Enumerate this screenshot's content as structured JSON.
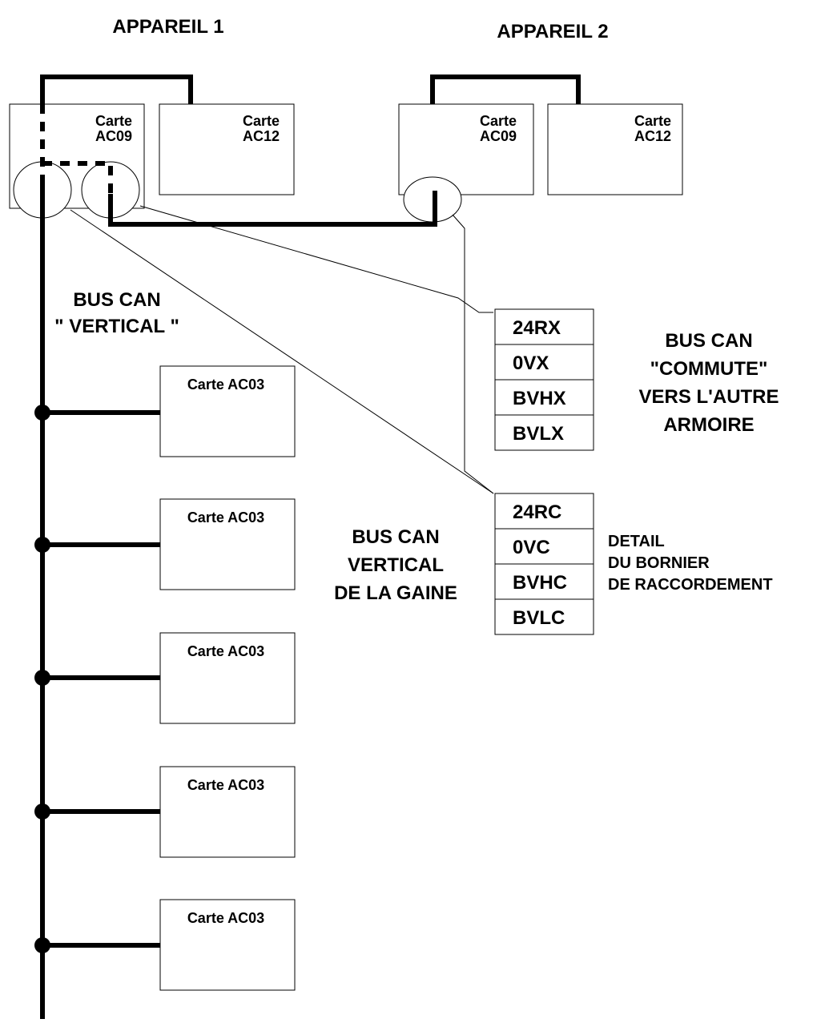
{
  "appareils": [
    {
      "title": "APPAREIL 1",
      "card_left": "Carte\nAC09",
      "card_right": "Carte\nAC12"
    },
    {
      "title": "APPAREIL 2",
      "card_left": "Carte\nAC09",
      "card_right": "Carte\nAC12"
    }
  ],
  "ac03_cards": [
    "Carte AC03",
    "Carte AC03",
    "Carte AC03",
    "Carte AC03",
    "Carte AC03"
  ],
  "labels": {
    "bus_vertical": "BUS CAN\n\" VERTICAL \"",
    "bus_commute": "BUS CAN\n\"COMMUTE\"\nVERS L'AUTRE\nARMOIRE",
    "bus_gaine": "BUS CAN\nVERTICAL\nDE LA GAINE",
    "detail": "DETAIL\nDU BORNIER\nDE RACCORDEMENT"
  },
  "terminal_x": [
    "24RX",
    "0VX",
    "BVHX",
    "BVLX"
  ],
  "terminal_c": [
    "24RC",
    "0VC",
    "BVHC",
    "BVLC"
  ]
}
